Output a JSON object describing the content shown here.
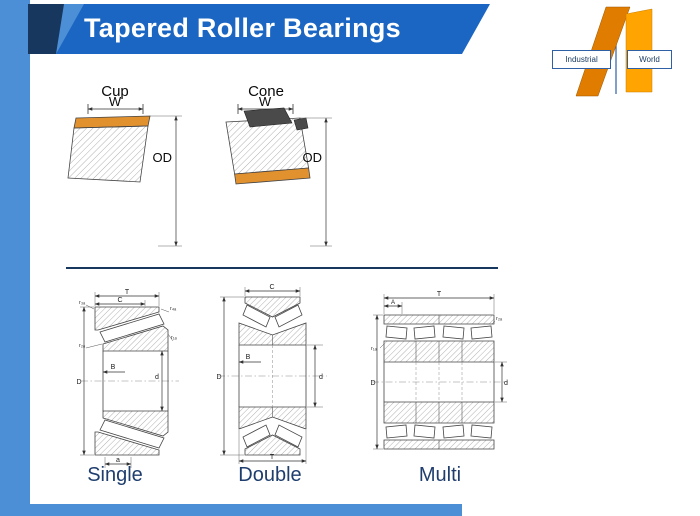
{
  "slide": {
    "title": "Tapered Roller Bearings"
  },
  "logo": {
    "industrial": "Industrial",
    "world": "World"
  },
  "cup_cone": {
    "cup_label": "Cup",
    "cup_width": "W",
    "cup_od": "OD",
    "cone_label": "Cone",
    "cone_width": "W",
    "cone_od": "OD"
  },
  "bearings": {
    "single": {
      "caption": "Single",
      "dims": {
        "t": "T",
        "c": "C",
        "b": "B",
        "bore": "d",
        "od": "D",
        "a": "a",
        "r1": "r₁ₐ",
        "r2": "r₂ₐ",
        "r3": "r₃ₐ",
        "r4": "r₄ₐ"
      }
    },
    "double": {
      "caption": "Double",
      "dims": {
        "c": "C",
        "t": "T",
        "b": "B",
        "bore": "d",
        "od": "D"
      }
    },
    "multi": {
      "caption": "Multi",
      "dims": {
        "t": "T",
        "a": "A",
        "bore": "d",
        "od": "D",
        "r1": "r₁ₐ",
        "r2": "r₂ₐ"
      }
    }
  },
  "theme": {
    "banner_blue": "#1A66C2",
    "navy": "#17375E",
    "stripe_blue": "#4D8FD6",
    "caption_navy": "#1F3E6E",
    "bearing_orange": "#E2912F",
    "logo_orange": "#FFA400",
    "logo_dark_orange": "#E07C00"
  }
}
